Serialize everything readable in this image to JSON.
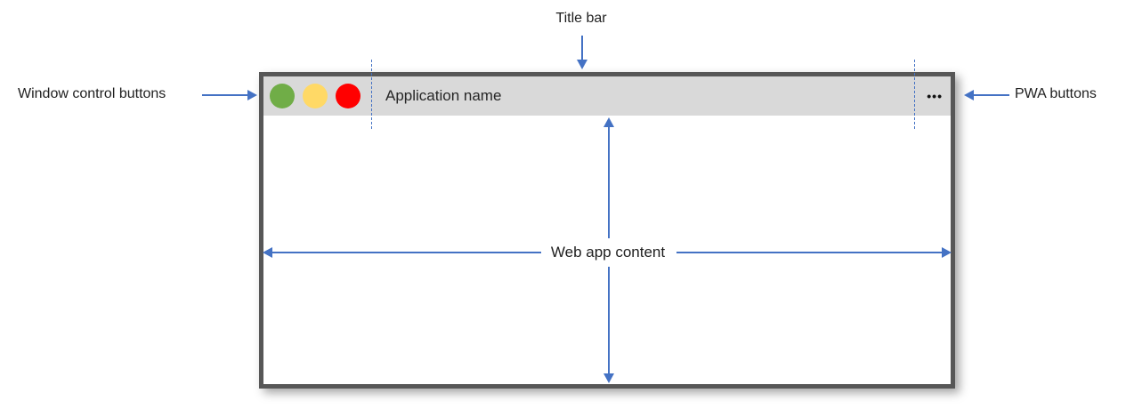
{
  "diagram": {
    "annotations": {
      "title_bar": "Title bar",
      "window_controls": "Window control buttons",
      "pwa_buttons": "PWA buttons",
      "web_app_content": "Web app content"
    },
    "colors": {
      "arrow_blue": "#4472C4",
      "window_border": "#575757",
      "title_bar_bg": "#D9D9D9",
      "control_green": "#70AD47",
      "control_yellow": "#FFD966",
      "control_red": "#FF0000",
      "text": "#262626"
    }
  },
  "window": {
    "app_name": "Application name",
    "pwa_menu_glyph": "•••"
  }
}
